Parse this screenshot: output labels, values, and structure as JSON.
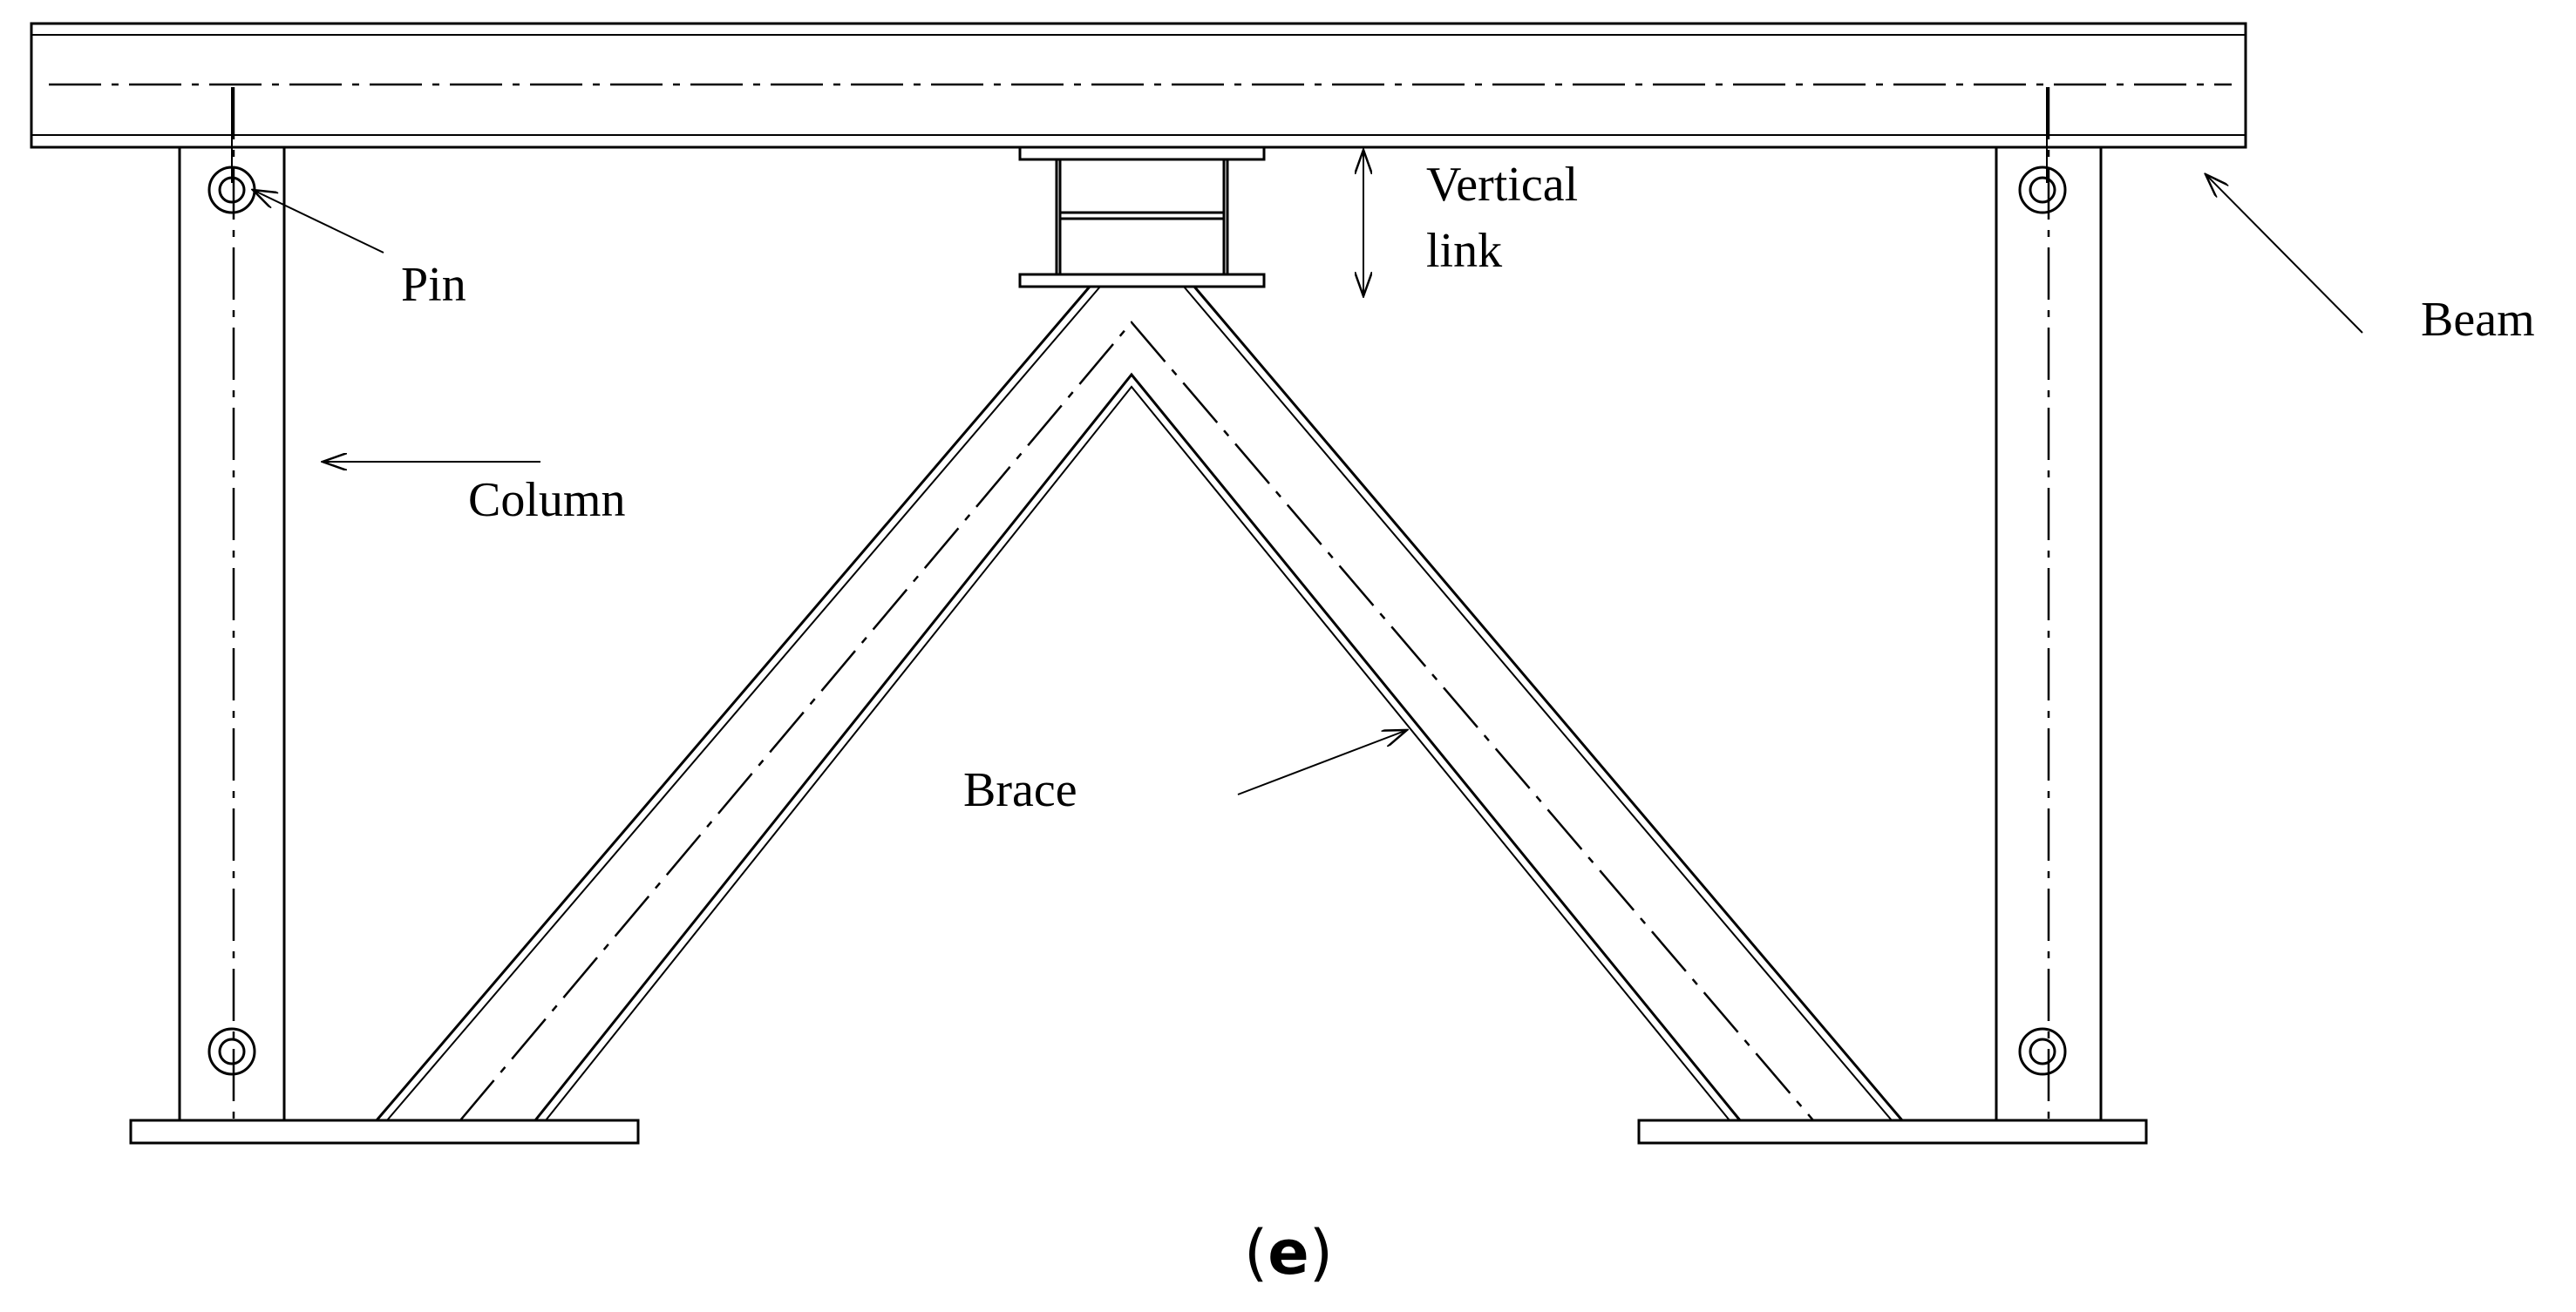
{
  "labels": {
    "vertical_link_line1": "Vertical",
    "vertical_link_line2": "link",
    "pin": "Pin",
    "beam": "Beam",
    "column": "Column",
    "brace": "Brace"
  },
  "caption": {
    "open": "(",
    "letter": "e",
    "close": ")"
  },
  "colors": {
    "ink": "#000000",
    "background": "#ffffff"
  }
}
